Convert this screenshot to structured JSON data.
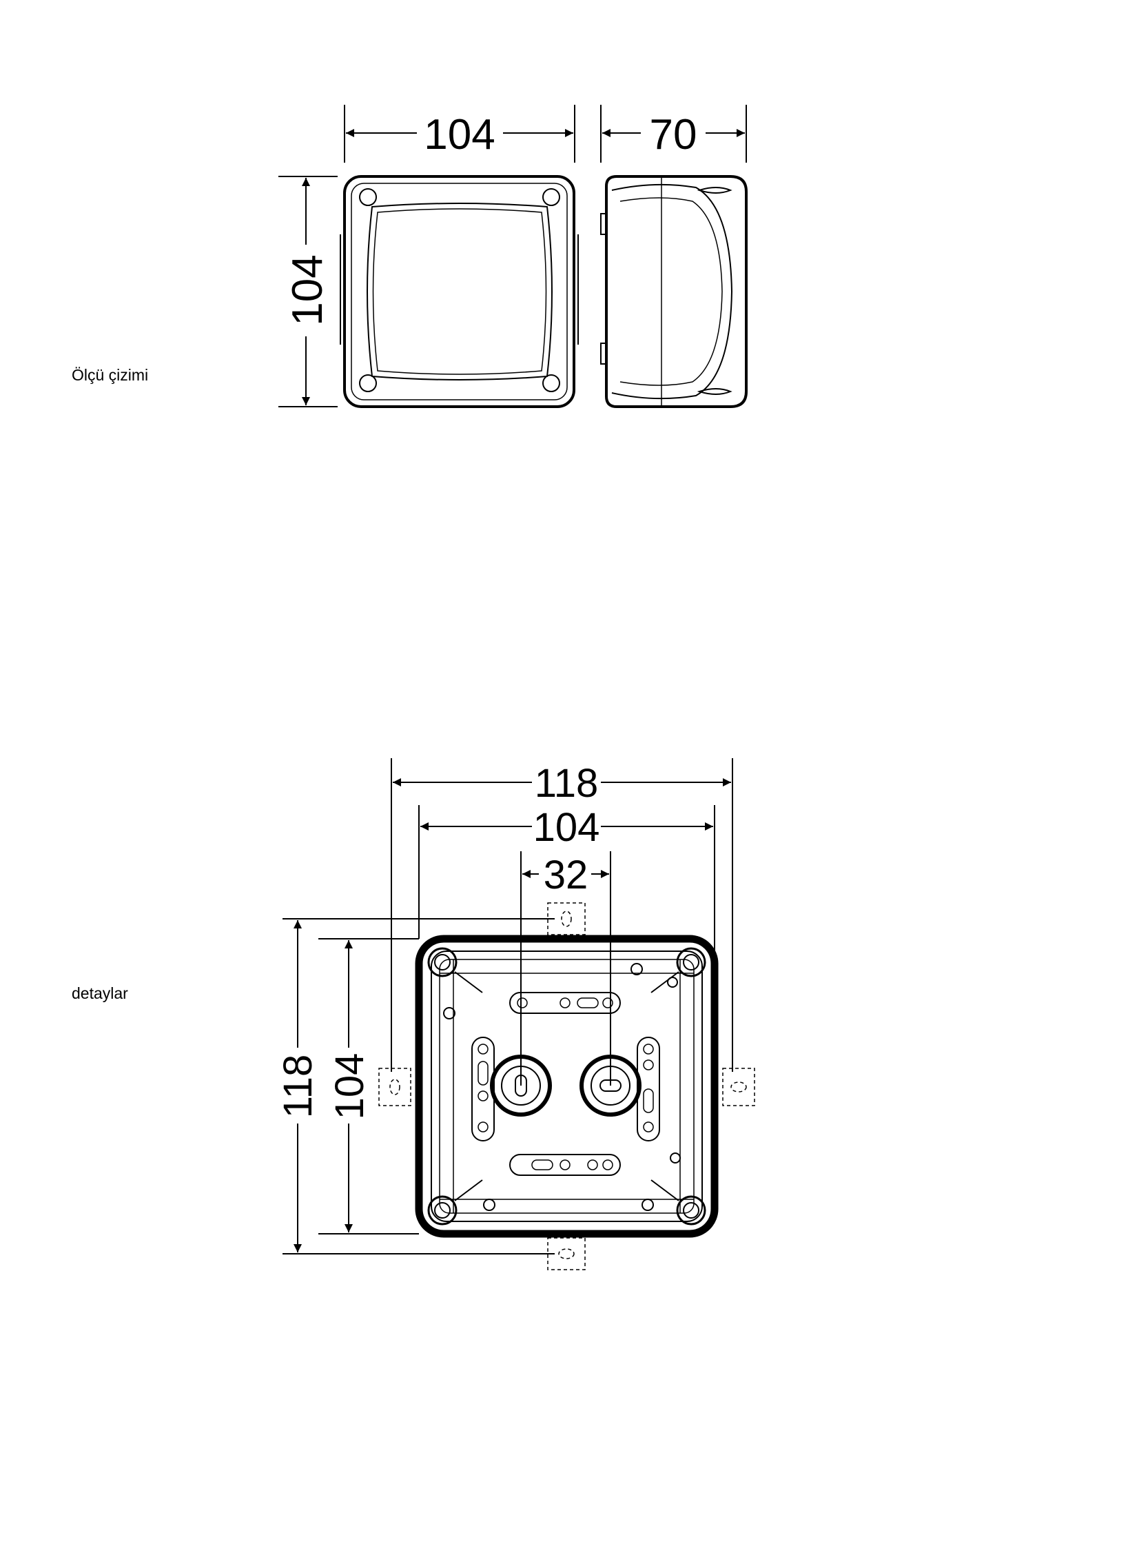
{
  "sections": [
    {
      "label": "Ölçü çizimi"
    },
    {
      "label": "detaylar"
    }
  ],
  "drawing_1": {
    "dim_front_width": "104",
    "dim_depth": "70",
    "dim_height": "104"
  },
  "drawing_2": {
    "dim_outer_width": "118",
    "dim_inner_width": "104",
    "dim_center": "32",
    "dim_outer_height": "118",
    "dim_inner_height": "104"
  }
}
